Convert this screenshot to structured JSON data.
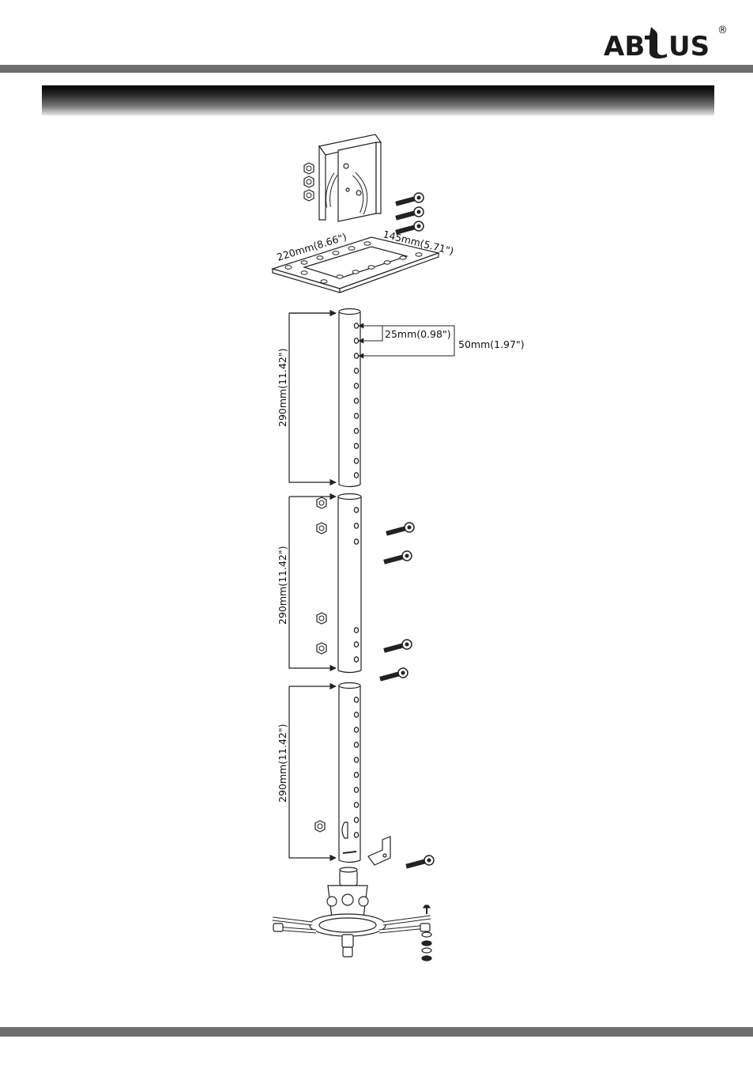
{
  "brand": {
    "name_part1": "AB",
    "name_part2": "US",
    "registered_mark": "®"
  },
  "dimensions": {
    "plate_width": "220mm(8.66\")",
    "plate_depth": "145mm(5.71\")",
    "hole_pitch": "25mm(0.98\")",
    "hole_pitch_double": "50mm(1.97\")",
    "tube1_length": "290mm(11.42\")",
    "tube2_length": "290mm(11.42\")",
    "tube3_length": "290mm(11.42\")"
  }
}
